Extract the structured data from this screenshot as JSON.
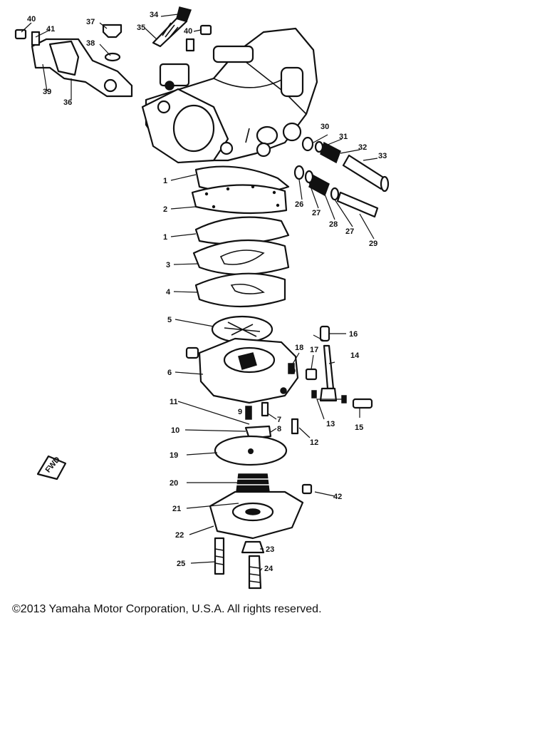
{
  "diagram": {
    "fwd_mark": "FWD",
    "labels": [
      {
        "id": "l1a",
        "text": "1"
      },
      {
        "id": "l2",
        "text": "2"
      },
      {
        "id": "l1b",
        "text": "1"
      },
      {
        "id": "l3",
        "text": "3"
      },
      {
        "id": "l4",
        "text": "4"
      },
      {
        "id": "l5",
        "text": "5"
      },
      {
        "id": "l6",
        "text": "6"
      },
      {
        "id": "l7",
        "text": "7"
      },
      {
        "id": "l8",
        "text": "8"
      },
      {
        "id": "l9",
        "text": "9"
      },
      {
        "id": "l10",
        "text": "10"
      },
      {
        "id": "l11",
        "text": "11"
      },
      {
        "id": "l12",
        "text": "12"
      },
      {
        "id": "l13",
        "text": "13"
      },
      {
        "id": "l14",
        "text": "14"
      },
      {
        "id": "l15",
        "text": "15"
      },
      {
        "id": "l16",
        "text": "16"
      },
      {
        "id": "l17",
        "text": "17"
      },
      {
        "id": "l18",
        "text": "18"
      },
      {
        "id": "l19",
        "text": "19"
      },
      {
        "id": "l20",
        "text": "20"
      },
      {
        "id": "l21",
        "text": "21"
      },
      {
        "id": "l22",
        "text": "22"
      },
      {
        "id": "l23",
        "text": "23"
      },
      {
        "id": "l24",
        "text": "24"
      },
      {
        "id": "l25",
        "text": "25"
      },
      {
        "id": "l26",
        "text": "26"
      },
      {
        "id": "l27a",
        "text": "27"
      },
      {
        "id": "l27b",
        "text": "27"
      },
      {
        "id": "l28",
        "text": "28"
      },
      {
        "id": "l29",
        "text": "29"
      },
      {
        "id": "l30",
        "text": "30"
      },
      {
        "id": "l31",
        "text": "31"
      },
      {
        "id": "l32",
        "text": "32"
      },
      {
        "id": "l33",
        "text": "33"
      },
      {
        "id": "l34",
        "text": "34"
      },
      {
        "id": "l35",
        "text": "35"
      },
      {
        "id": "l36",
        "text": "36"
      },
      {
        "id": "l37",
        "text": "37"
      },
      {
        "id": "l38",
        "text": "38"
      },
      {
        "id": "l39",
        "text": "39"
      },
      {
        "id": "l40a",
        "text": "40"
      },
      {
        "id": "l40b",
        "text": "40"
      },
      {
        "id": "l41",
        "text": "41"
      },
      {
        "id": "l42",
        "text": "42"
      }
    ]
  },
  "footer": {
    "copyright": "©2013 Yamaha Motor Corporation, U.S.A. All rights reserved."
  }
}
